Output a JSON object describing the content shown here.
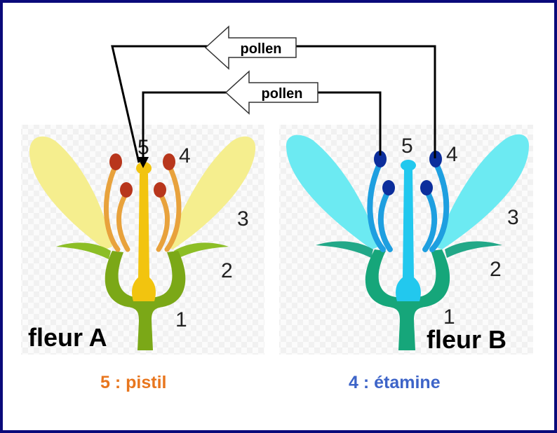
{
  "arrows": [
    {
      "label": "pollen"
    },
    {
      "label": "pollen"
    }
  ],
  "flower_a": {
    "title": "fleur A",
    "part_numbers": {
      "one": "1",
      "two": "2",
      "three": "3",
      "four": "4",
      "five": "5"
    }
  },
  "flower_b": {
    "title": "fleur B",
    "part_numbers": {
      "one": "1",
      "two": "2",
      "three": "3",
      "four": "4",
      "five": "5"
    }
  },
  "captions": {
    "pistil": {
      "text": "5 : pistil",
      "color": "#e8761e"
    },
    "stamen": {
      "text": "4 : étamine",
      "color": "#3d64c8"
    }
  },
  "colors": {
    "border": "#0a0a7a",
    "flower_a_petal": "#f5ee8e",
    "flower_a_stem": "#7ba817",
    "flower_a_pistil": "#f2c40f",
    "flower_a_anther": "#b8361c",
    "flower_b_petal": "#6ceaf2",
    "flower_b_stem": "#16a67a",
    "flower_b_pistil": "#22c8ee",
    "flower_b_anther": "#0c2e9c"
  }
}
